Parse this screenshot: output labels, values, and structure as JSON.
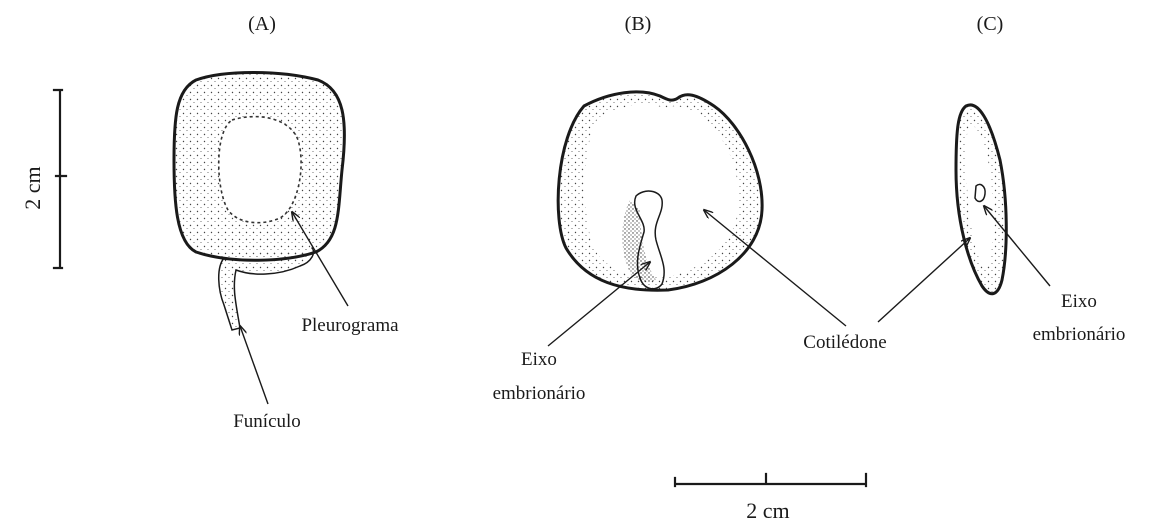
{
  "panels": {
    "a": "(A)",
    "b": "(B)",
    "c": "(C)"
  },
  "labels": {
    "pleurograma": "Pleurograma",
    "funiculo": "Funículo",
    "eixo_b_line1": "Eixo",
    "eixo_b_line2": "embrionário",
    "cotiledone": "Cotilédone",
    "eixo_c_line1": "Eixo",
    "eixo_c_line2": "embrionário"
  },
  "scale_bars": {
    "vertical": "2 cm",
    "horizontal": "2 cm"
  }
}
